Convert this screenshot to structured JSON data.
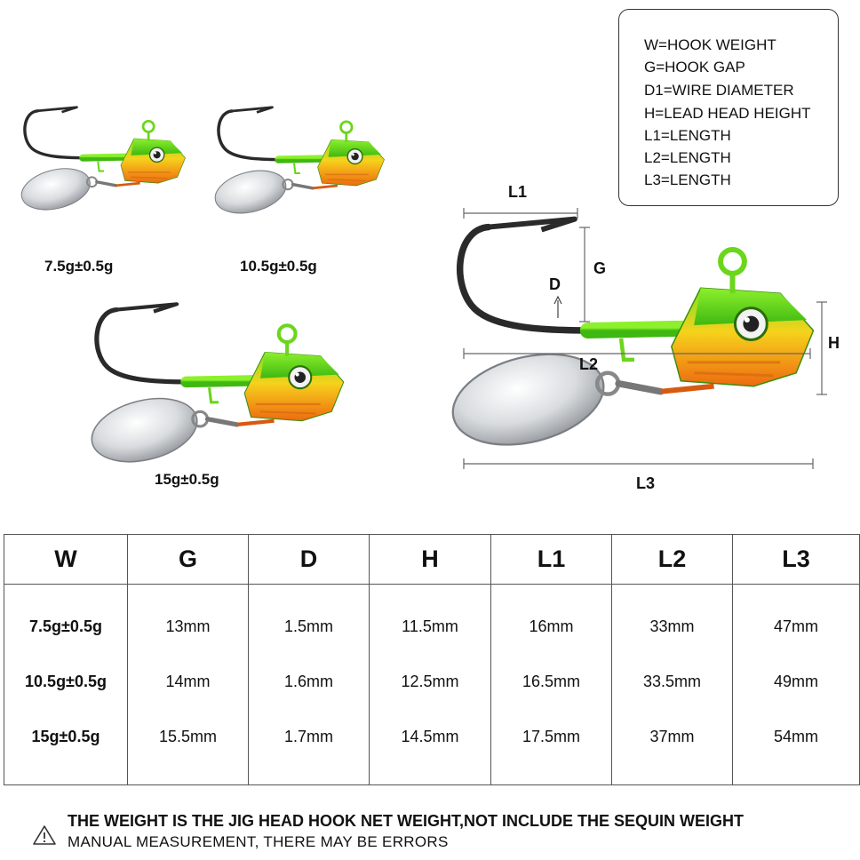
{
  "legend": [
    "W=HOOK WEIGHT",
    "G=HOOK GAP",
    "D1=WIRE DIAMETER",
    "H=LEAD HEAD HEIGHT",
    "L1=LENGTH",
    "L2=LENGTH",
    "L3=LENGTH"
  ],
  "lures": [
    {
      "weight": "7.5g±0.5g"
    },
    {
      "weight": "10.5g±0.5g"
    },
    {
      "weight": "15g±0.5g"
    }
  ],
  "dimensions": {
    "L1": "L1",
    "G": "G",
    "D": "D",
    "H": "H",
    "L2": "L2",
    "L3": "L3"
  },
  "table": {
    "headers": [
      "W",
      "G",
      "D",
      "H",
      "L1",
      "L2",
      "L3"
    ],
    "rows": [
      [
        "7.5g±0.5g",
        "13mm",
        "1.5mm",
        "11.5mm",
        "16mm",
        "33mm",
        "47mm"
      ],
      [
        "10.5g±0.5g",
        "14mm",
        "1.6mm",
        "12.5mm",
        "16.5mm",
        "33.5mm",
        "49mm"
      ],
      [
        "15g±0.5g",
        "15.5mm",
        "1.7mm",
        "14.5mm",
        "17.5mm",
        "37mm",
        "54mm"
      ]
    ]
  },
  "notes": {
    "line1": "THE WEIGHT IS THE JIG HEAD HOOK NET WEIGHT,NOT INCLUDE THE SEQUIN WEIGHT",
    "line2": "MANUAL MEASUREMENT, THERE MAY BE ERRORS",
    "icon": "warning-icon"
  },
  "colors": {
    "lure_green": "#5fd81c",
    "lure_yellow": "#f4c21a",
    "lure_orange": "#f07a12",
    "hook": "#2a2a2a",
    "spoon": "#cfd2d6"
  }
}
